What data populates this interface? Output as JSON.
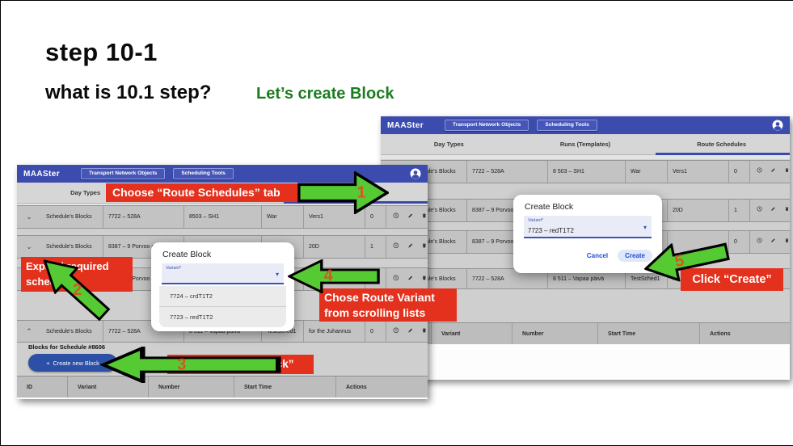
{
  "slide": {
    "title": "step 10-1",
    "question": "what is 10.1 step?",
    "answer": "Let’s create Block"
  },
  "app": {
    "brand": "MAASter",
    "nav": {
      "btn1": "Transport Network Objects",
      "btn2": "Scheduling Tools"
    },
    "tabs": {
      "tab1": "Day Types",
      "tab2": "Runs (Templates)",
      "tab3": "Route Schedules"
    },
    "active_tab": "Route Schedules",
    "icons": {
      "account": "account-icon",
      "clock": "clock-icon",
      "edit": "edit-icon",
      "delete": "delete-icon"
    }
  },
  "front_window": {
    "rows": [
      {
        "expander": "⌄",
        "label": "Schedule's Blocks",
        "variant": "7722 – 528A",
        "number": "8503 – SH1",
        "name": "War",
        "desc": "Vers1",
        "count": "0"
      },
      {
        "expander": "⌄",
        "label": "Schedule's Blocks",
        "variant": "8387 – 9 Porvoo center",
        "desc": "20D",
        "count": "1"
      },
      {
        "expander": "⌄",
        "label": "Schedule's Blocks",
        "variant": "8387 – 9 Porvoo center",
        "count": "0"
      },
      {
        "expander": "⌃",
        "label": "Schedule's Blocks",
        "variant": "7722 – 528A",
        "number": "8 511 – Vapaa päivä",
        "name": "TestSched1",
        "desc": "for the Juhannus",
        "count": "0"
      }
    ],
    "blocks_for": "Blocks for Schedule #8606",
    "create_btn": "Create new Block",
    "footer": {
      "c1": "ID",
      "c2": "Variant",
      "c3": "Number",
      "c4": "Start Time",
      "c5": "Actions"
    }
  },
  "back_window": {
    "rows": [
      {
        "expander": "⌄",
        "label": "Schedule's Blocks",
        "variant": "7722 – 528A",
        "number": "8 503 – SH1",
        "name": "War",
        "desc": "Vers1",
        "count": "0"
      },
      {
        "expander": "⌄",
        "label": "Schedule's Blocks",
        "variant": "8387 – 9 Porvoo center",
        "desc": "20D",
        "count": "1"
      },
      {
        "expander": "⌄",
        "label": "Schedule's Blocks",
        "variant": "8387 – 9 Porvoo center",
        "count": "0"
      },
      {
        "expander": "⌄",
        "label": "Schedule's Blocks",
        "variant": "7722 – 528A",
        "number": "8 511 – Vapaa päivä",
        "name": "TestSched1",
        "desc": "for the Juhann"
      }
    ],
    "footer": {
      "c1": "Variant",
      "c2": "Number",
      "c3": "Start Time",
      "c4": "Actions"
    }
  },
  "dialog_front": {
    "title": "Create Block",
    "field_label": "Variant*",
    "caret": "▾",
    "options": {
      "opt1": "7724 – crdT1T2",
      "opt2": "7723 – redT1T2"
    }
  },
  "dialog_back": {
    "title": "Create Block",
    "field_label": "Variant*",
    "value": "7723 – redT1T2",
    "caret": "▾",
    "cancel": "Cancel",
    "create": "Create"
  },
  "annotations": {
    "step1": {
      "num": "1",
      "label": "Choose “Route Schedules” tab"
    },
    "step2": {
      "num": "2",
      "label": "Expand  required schedule"
    },
    "step3": {
      "num": "3",
      "label": "Click  “Create Block”"
    },
    "step4": {
      "num": "4",
      "label": "Chose Route Variant from scrolling lists"
    },
    "step5": {
      "num": "5",
      "label": "Click  “Create”"
    }
  },
  "colors": {
    "annotation_red": "#e3311d",
    "arrow_green": "#55ca33",
    "appbar_blue": "#3c4cae",
    "accent_blue": "#3f51b5",
    "title_green": "#1b7d1f"
  }
}
